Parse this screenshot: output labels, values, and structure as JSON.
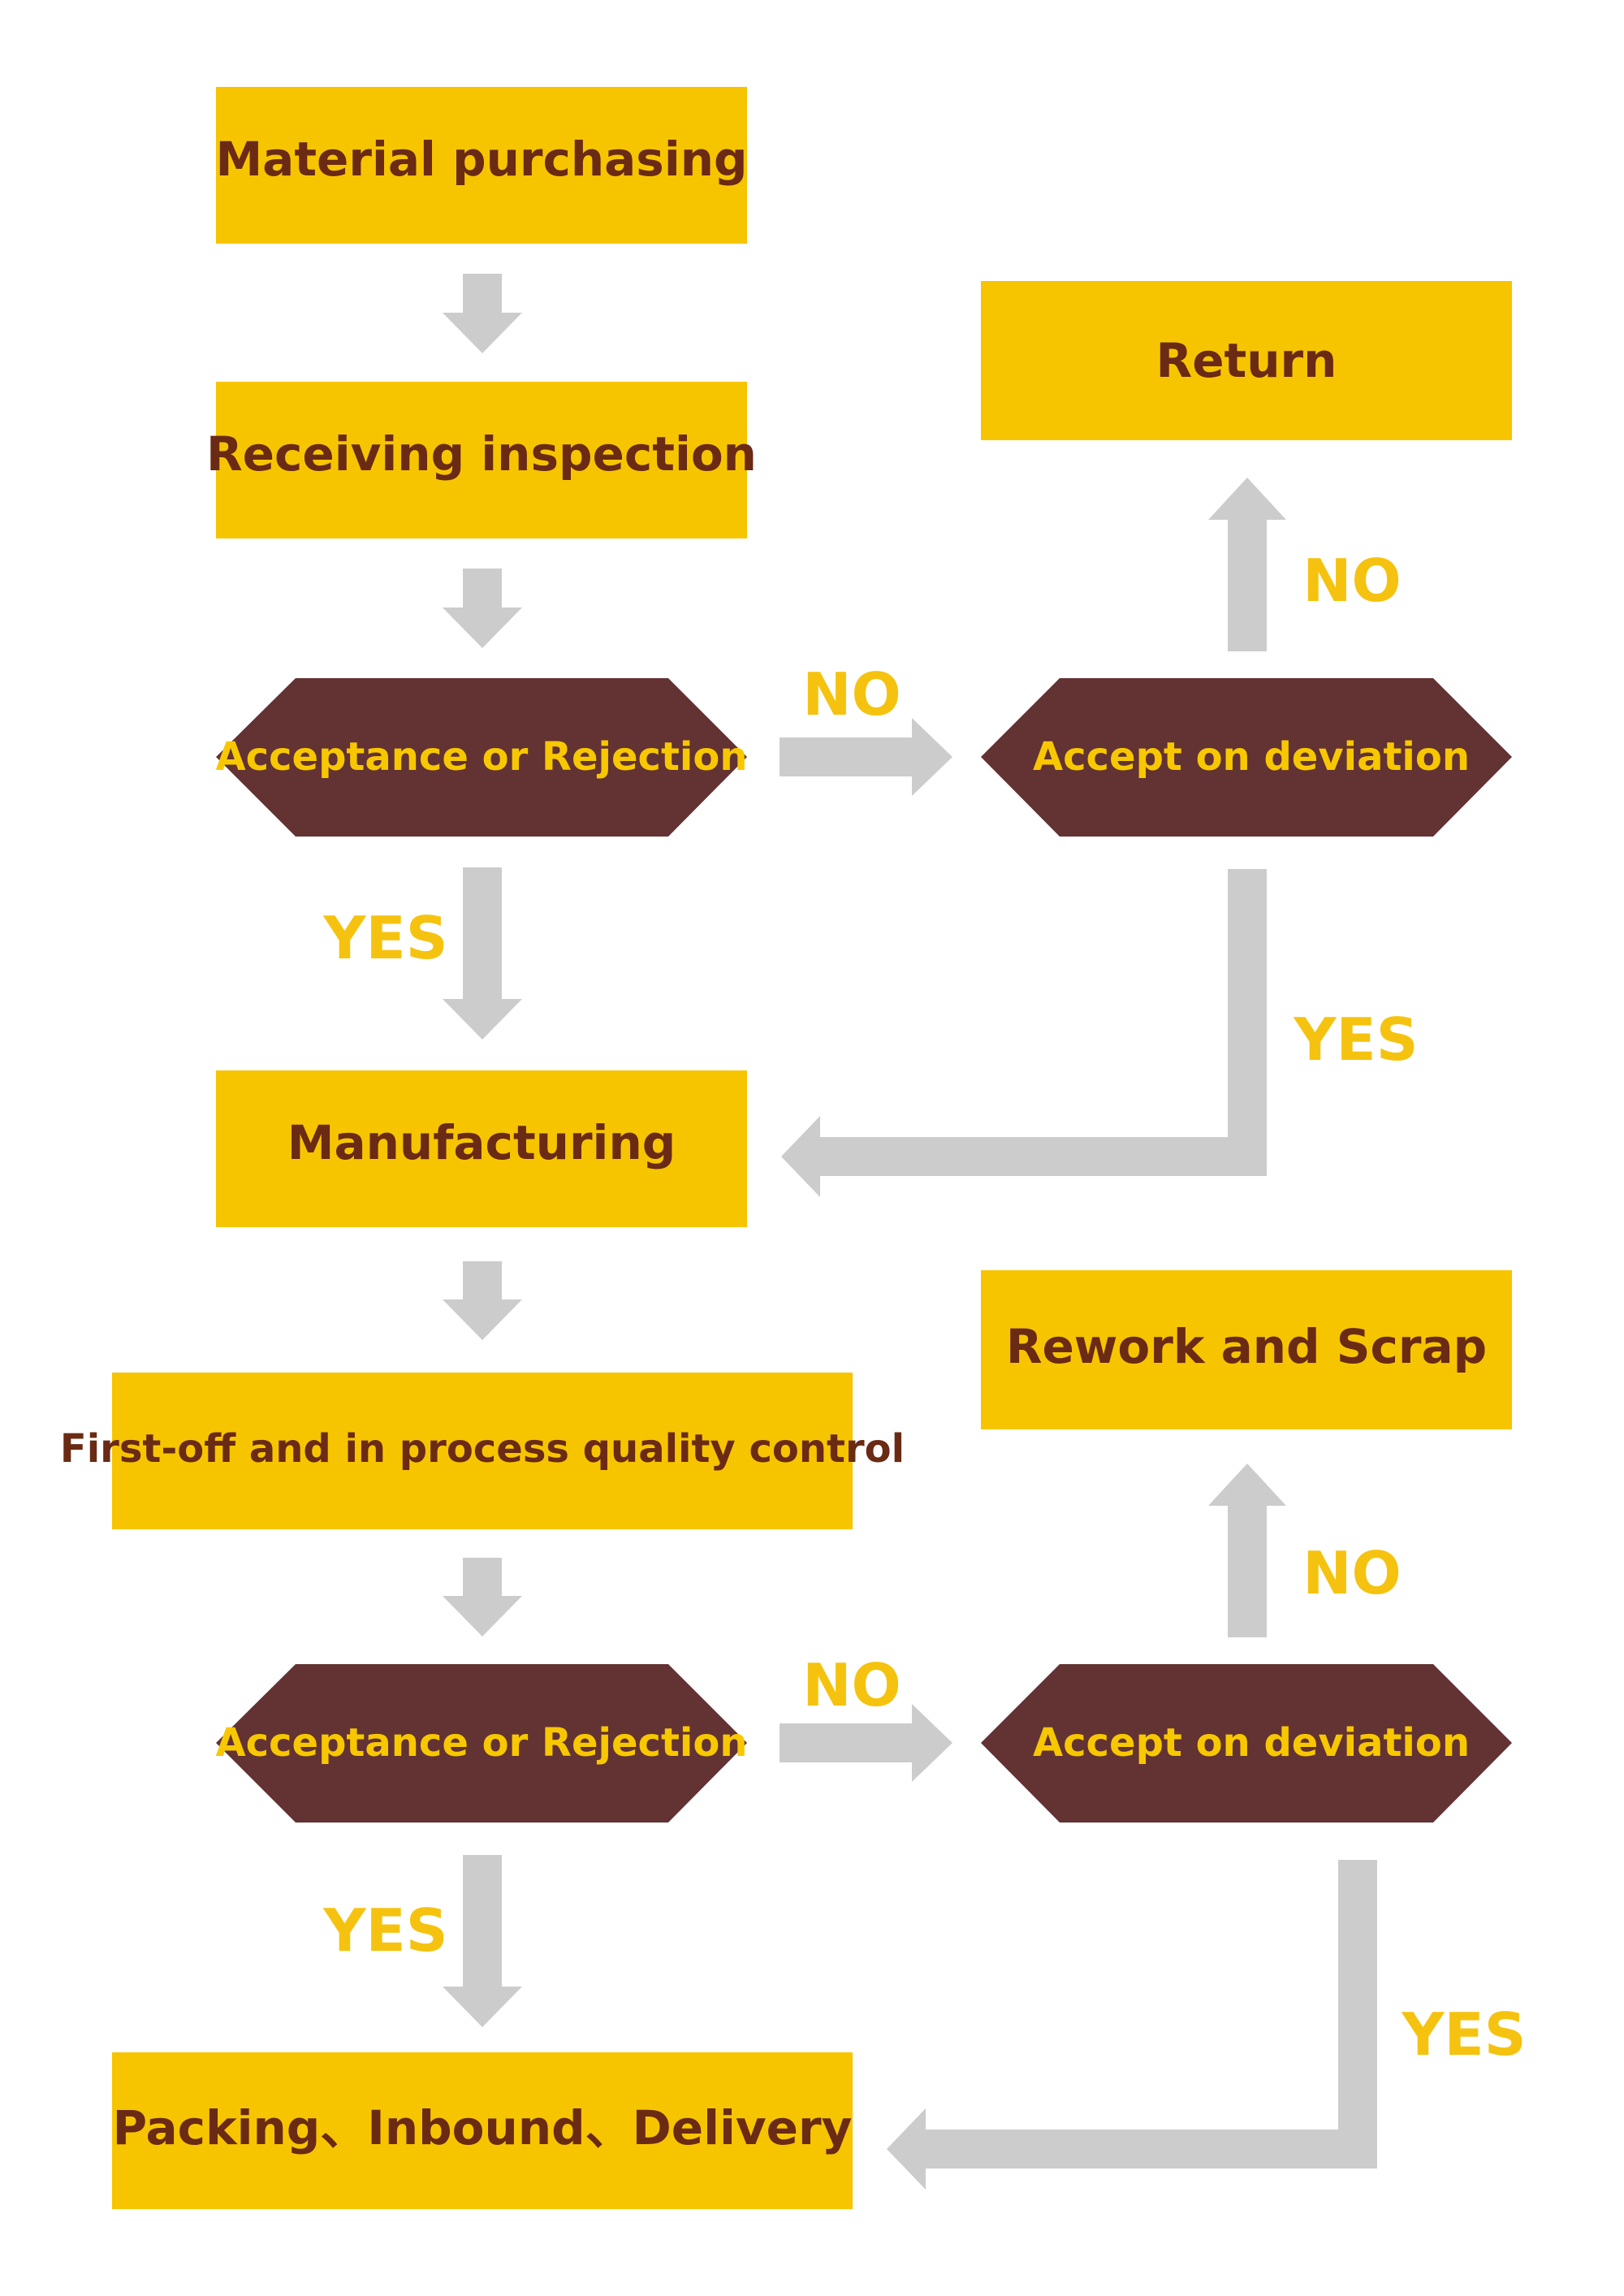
{
  "colors": {
    "box_fill": "#f6c500",
    "box_text": "#6a2a14",
    "decision_fill": "#633232",
    "decision_text": "#f7c800",
    "arrow": "#cccccc",
    "label": "#f5c30f"
  },
  "boxes": {
    "material_purchasing": "Material  purchasing",
    "receiving_inspection": "Receiving inspection",
    "return": "Return",
    "manufacturing": "Manufacturing",
    "rework_scrap": "Rework and Scrap",
    "first_off_qc": "First-off and in process quality control",
    "packing": "Packing、Inbound、Delivery"
  },
  "decisions": {
    "acceptance_1": "Acceptance or Rejection",
    "deviation_1": "Accept on deviation",
    "acceptance_2": "Acceptance or Rejection",
    "deviation_2": "Accept on deviation"
  },
  "labels": {
    "no_1": "NO",
    "no_return": "NO",
    "yes_1": "YES",
    "yes_deviation_1": "YES",
    "no_2": "NO",
    "no_rework": "NO",
    "yes_2": "YES",
    "yes_deviation_2": "YES"
  }
}
